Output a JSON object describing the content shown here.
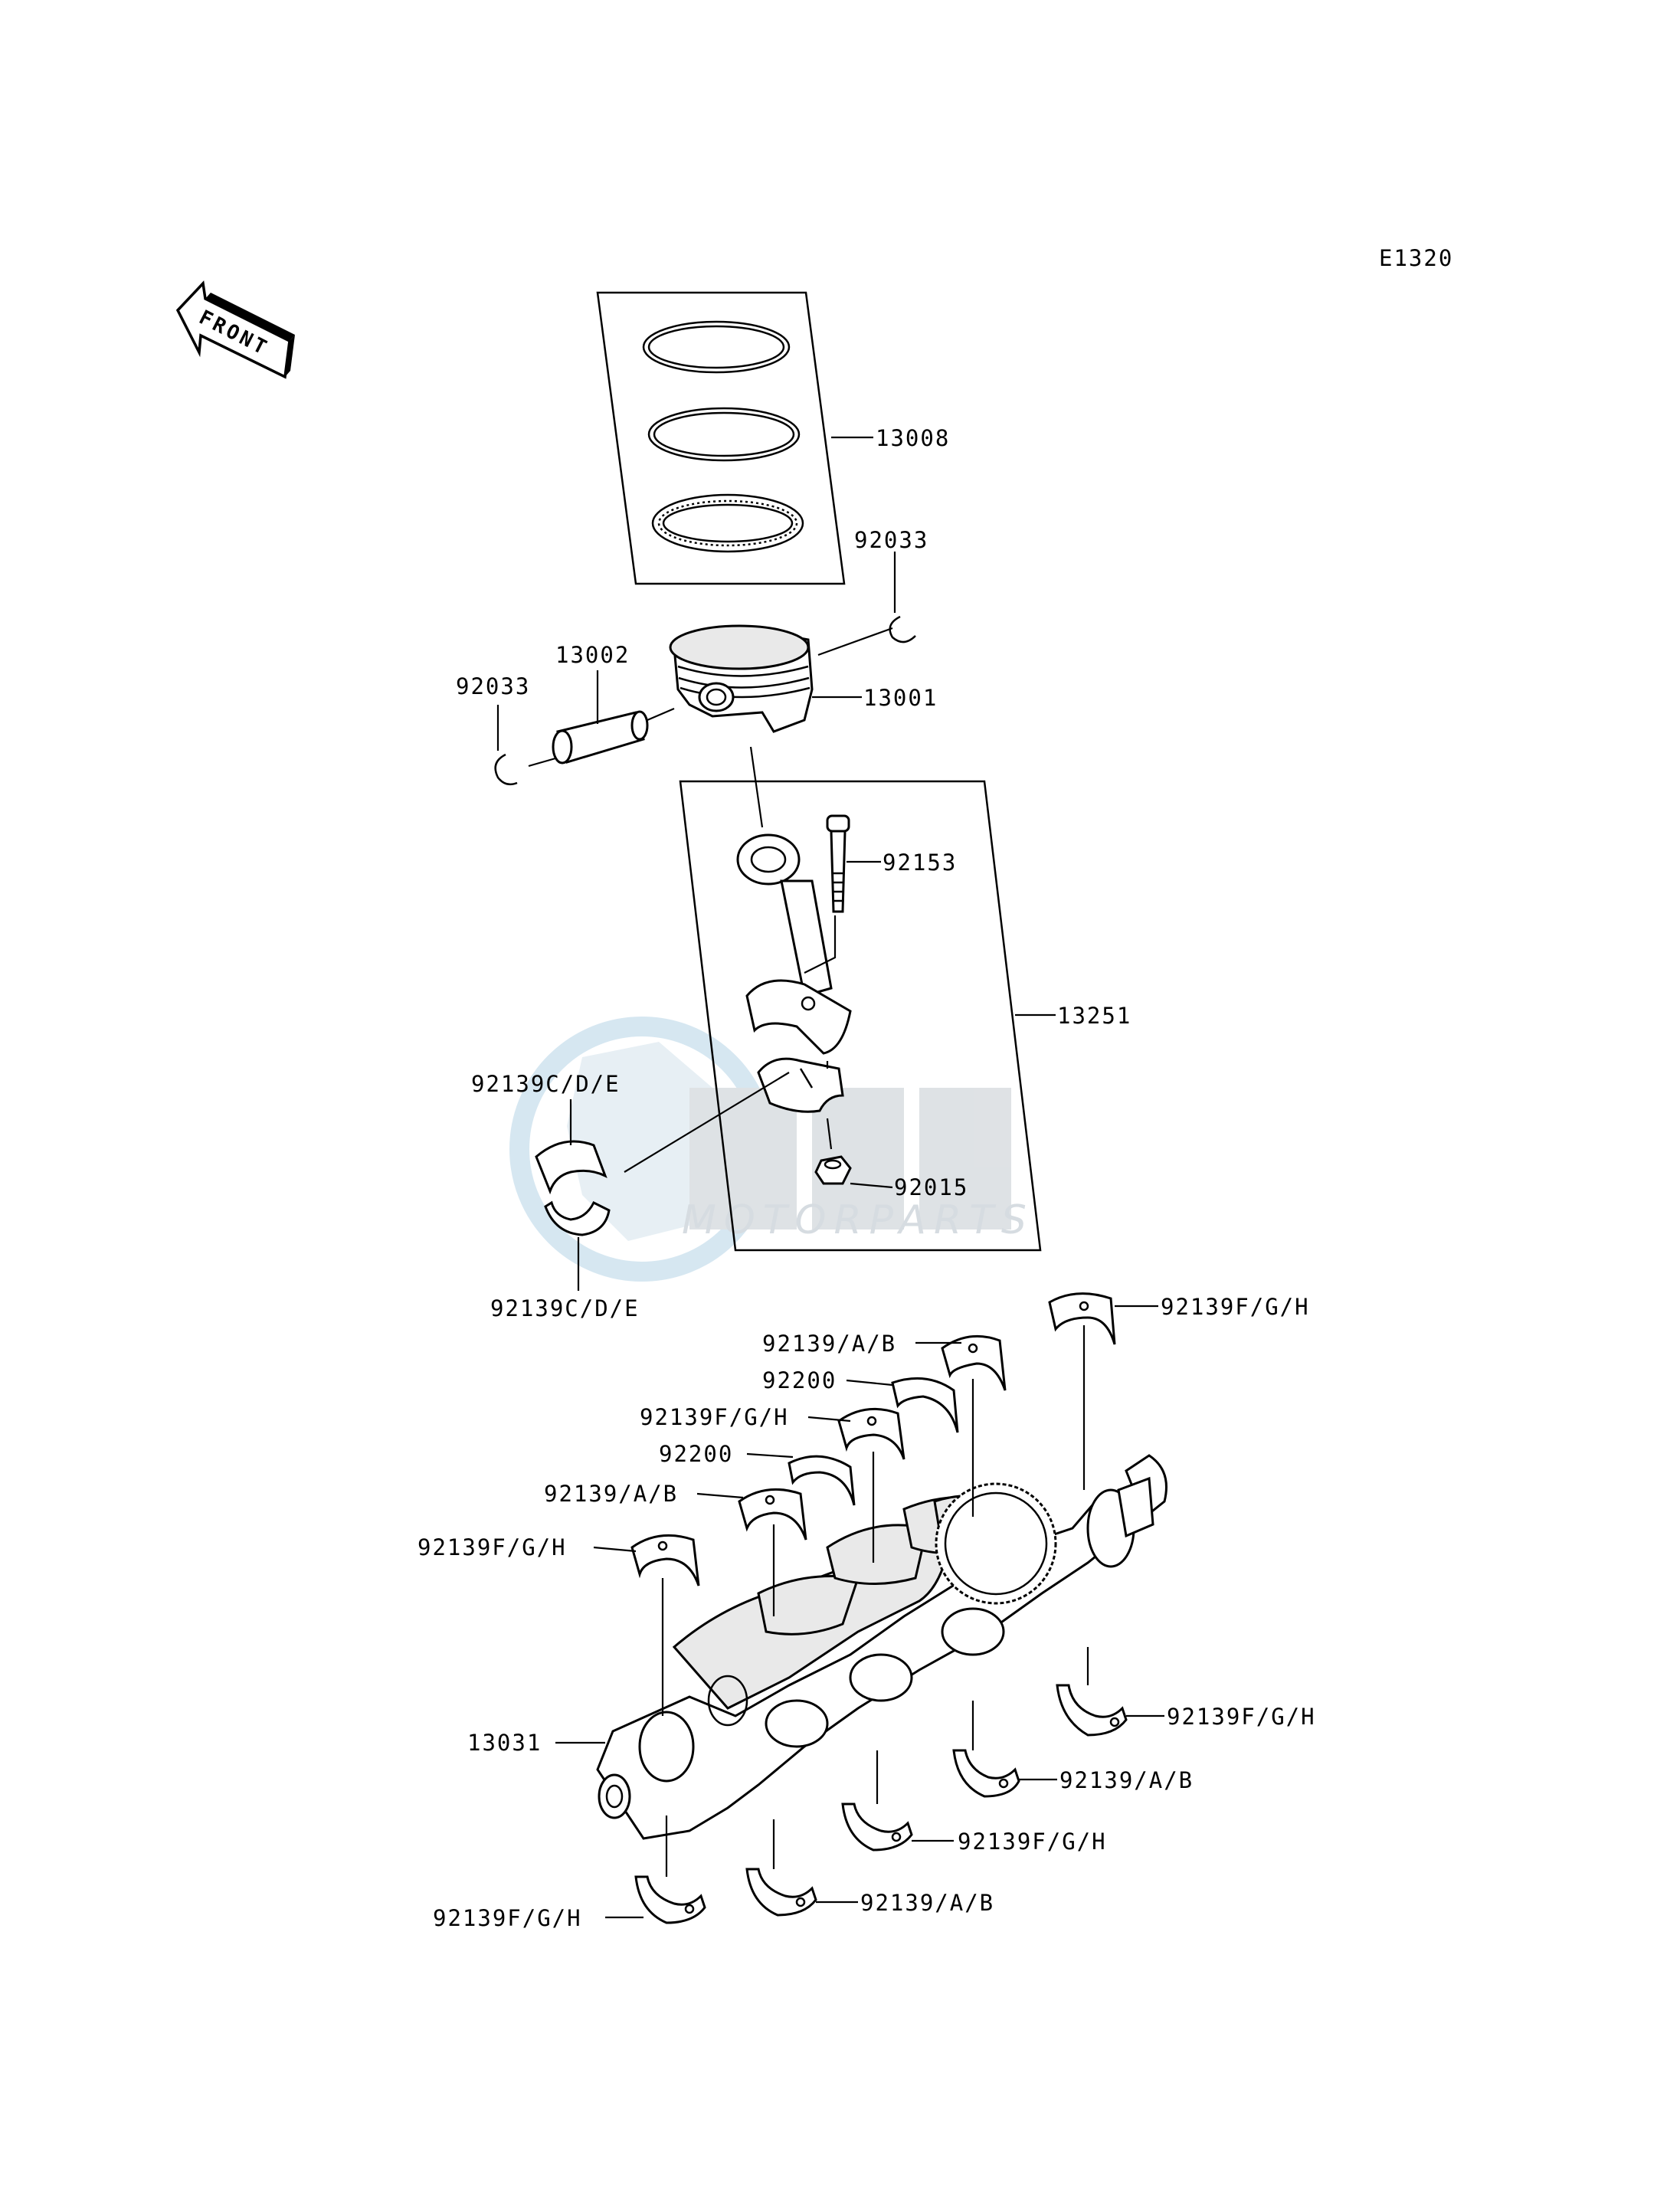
{
  "diagram_code": "E1320",
  "front_marker": "FRONT",
  "watermark": {
    "brand": "OEM",
    "sub": "MOTORPARTS"
  },
  "labels": {
    "l13008": "13008",
    "l92033_right": "92033",
    "l13002": "13002",
    "l92033_left": "92033",
    "l13001": "13001",
    "l92153": "92153",
    "l13251": "13251",
    "l92139cde_top": "92139C/D/E",
    "l92139cde_bottom": "92139C/D/E",
    "l92015": "92015",
    "l92139fgh_top_right": "92139F/G/H",
    "l92139ab_top": "92139/A/B",
    "l92200_top": "92200",
    "l92139fgh_mid": "92139F/G/H",
    "l92200_mid": "92200",
    "l92139ab_mid": "92139/A/B",
    "l92139fgh_left": "92139F/G/H",
    "l13031": "13031",
    "l92139fgh_right_low": "92139F/G/H",
    "l92139ab_right_low": "92139/A/B",
    "l92139fgh_bottom_mid": "92139F/G/H",
    "l92139fgh_bottom_left": "92139F/G/H",
    "l92139ab_bottom": "92139/A/B"
  }
}
